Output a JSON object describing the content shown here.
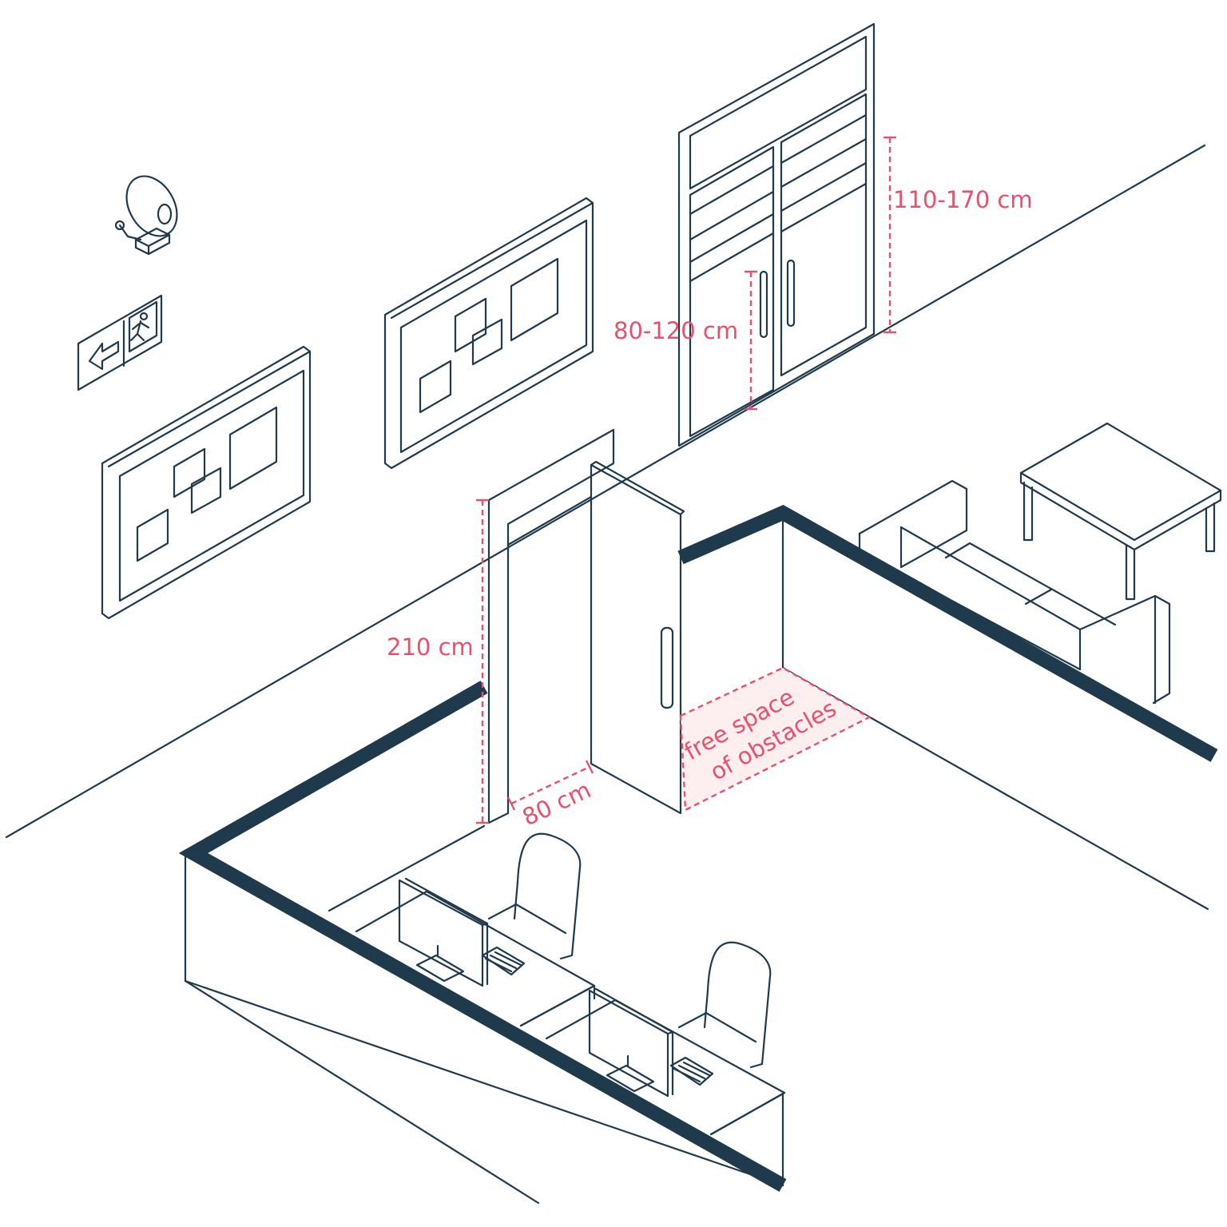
{
  "labels": {
    "panel_height": "110-170 cm",
    "handle_height": "80-120 cm",
    "door_height": "210 cm",
    "door_width": "80 cm",
    "free_space_line1": "free space",
    "free_space_line2": "of obstacles"
  },
  "colors": {
    "line": "#1f3a4c",
    "accent": "#e8506c",
    "zone_fill": "#fdeef0"
  },
  "icons": [
    "alarm-bell-icon",
    "emergency-exit-sign-icon"
  ]
}
